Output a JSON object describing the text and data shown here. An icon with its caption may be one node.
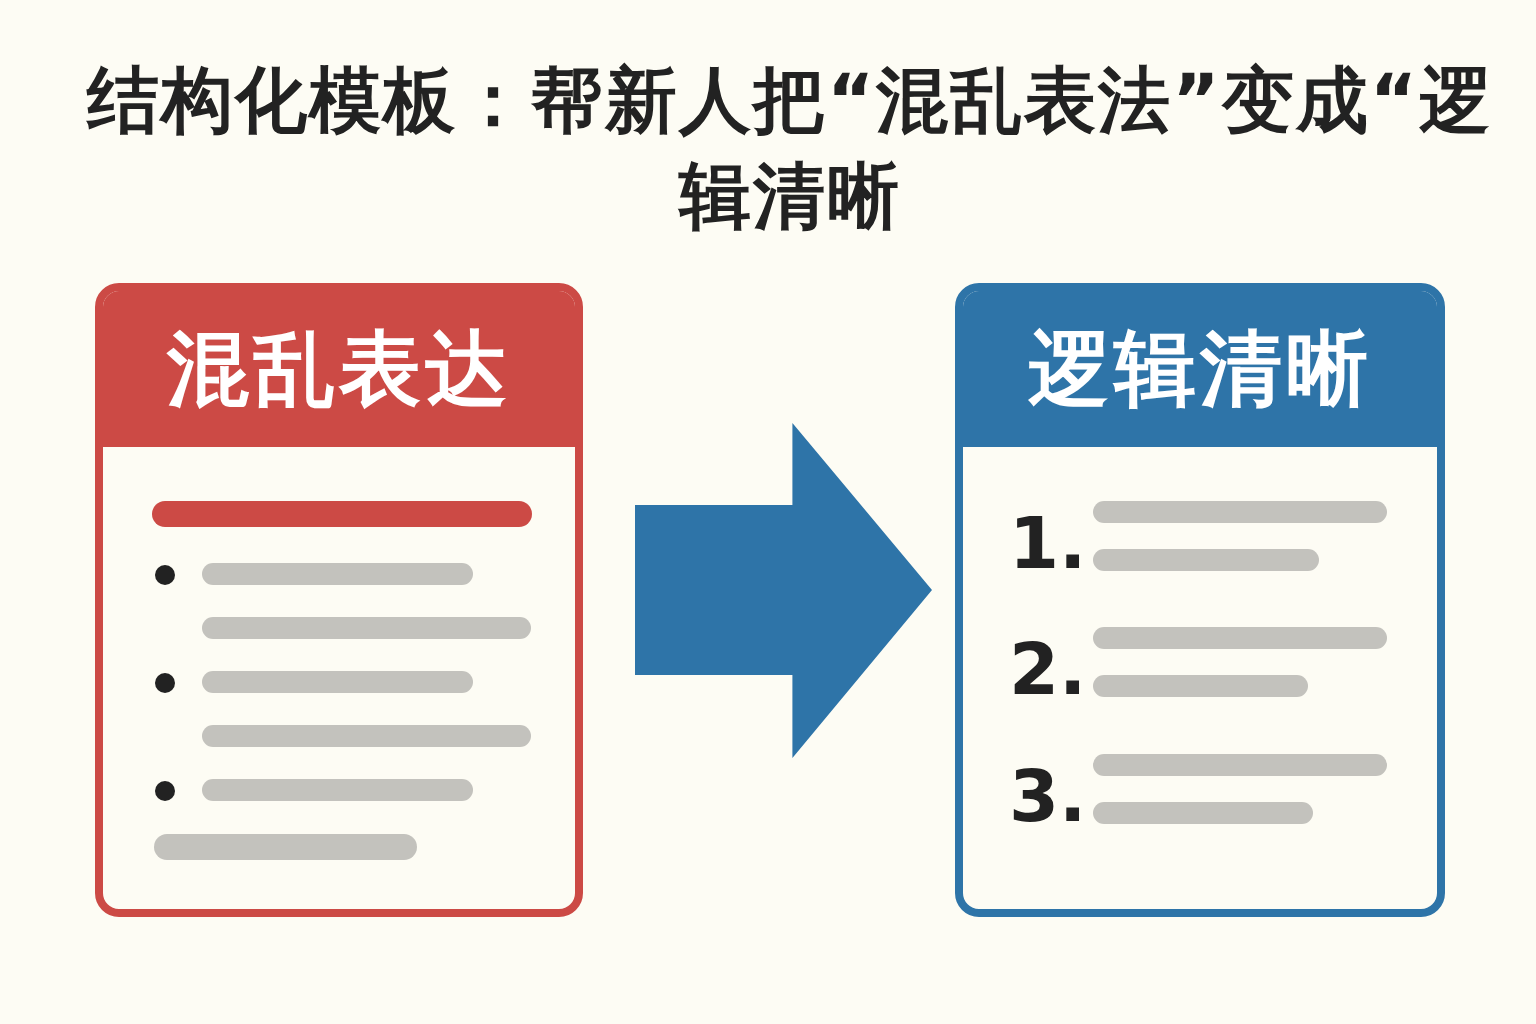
{
  "diagram": {
    "title": "结构化模板：帮新人把“混乱表法”变成“逻辑清晰",
    "nodes": [
      {
        "text": [
          "混乱表达"
        ]
      },
      {
        "text": [
          "逻辑清晰",
          "1.",
          "2.",
          "3."
        ]
      }
    ],
    "edges": [
      {
        "from": 0,
        "to": 1,
        "arrow": "to"
      }
    ]
  }
}
